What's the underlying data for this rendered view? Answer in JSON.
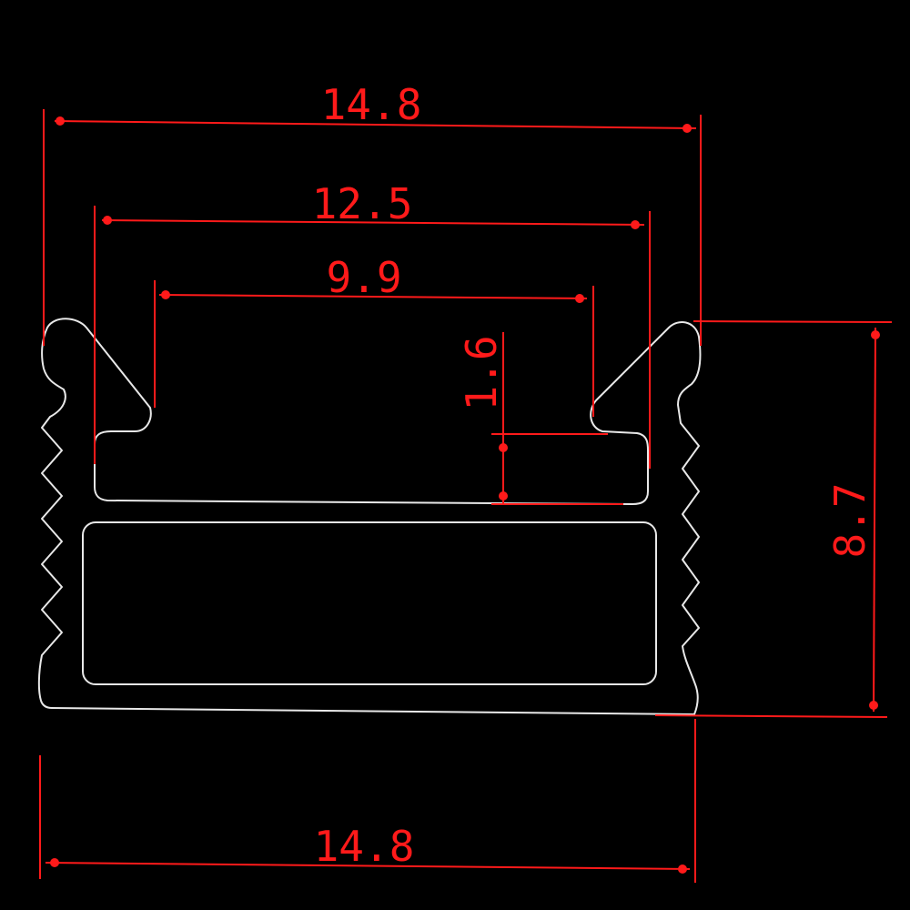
{
  "colors": {
    "background": "#000000",
    "profile": "#e8e8e8",
    "dimension": "#ff1a1a"
  },
  "dimensions": {
    "top_width": "14.8",
    "outer_inner_width": "12.5",
    "opening_width": "9.9",
    "channel_depth": "1.6",
    "total_height": "8.7",
    "bottom_width": "14.8"
  }
}
